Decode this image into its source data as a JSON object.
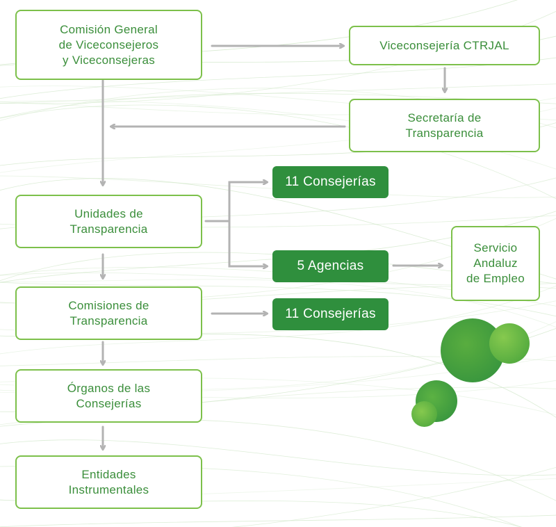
{
  "nodes": {
    "comision_general": "Comisión General\nde Viceconsejeros\n y Viceconsejeras",
    "viceconsejeria": "Viceconsejería CTRJAL",
    "secretaria": "Secretaría de\nTransparencia",
    "unidades": "Unidades de\nTransparencia",
    "comisiones": "Comisiones de\nTransparencia",
    "organos": "Órganos de las\nConsejerías",
    "entidades": "Entidades\nInstrumentales",
    "consejerias_1": "11 Consejerías",
    "agencias": "5 Agencias",
    "consejerias_2": "11 Consejerías",
    "servicio_empleo": "Servicio\nAndaluz\nde Empleo"
  },
  "colors": {
    "box_border": "#7cc04a",
    "box_text": "#3a8e3a",
    "pill_fill": "#2f8f3d",
    "arrow": "#b3b3b3",
    "background_lines": "#cfe6c7"
  }
}
